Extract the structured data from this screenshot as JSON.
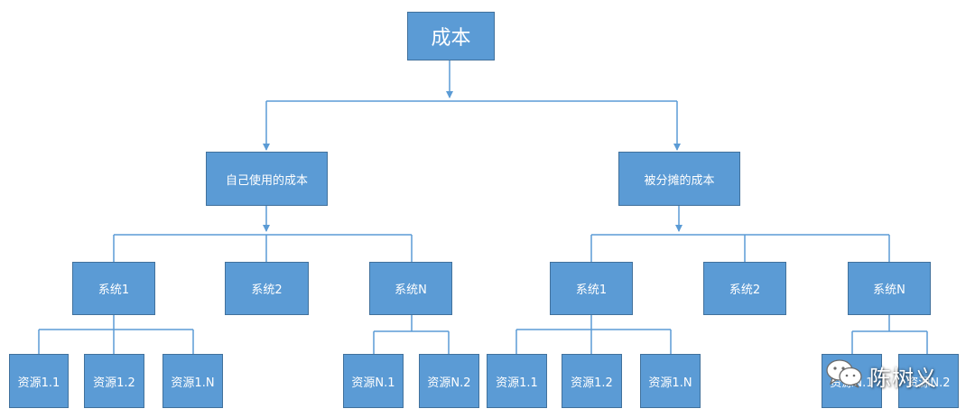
{
  "root": {
    "label": "成本"
  },
  "branches": {
    "self_use": {
      "label": "自己使用的成本"
    },
    "shared": {
      "label": "被分摊的成本"
    }
  },
  "systems": {
    "left": [
      "系统1",
      "系统2",
      "系统N"
    ],
    "right": [
      "系统1",
      "系统2",
      "系统N"
    ]
  },
  "resources": {
    "left_system1": [
      "资源1.1",
      "资源1.2",
      "资源1.N"
    ],
    "left_systemN": [
      "资源N.1",
      "资源N.2"
    ],
    "right_system1": [
      "资源1.1",
      "资源1.2",
      "资源1.N"
    ],
    "right_systemN": [
      "资源N.1",
      "资源N.2"
    ]
  },
  "watermark": {
    "text": "陈树义",
    "icon": "wechat-icon"
  },
  "colors": {
    "box_fill": "#5b9bd5",
    "box_border": "#41719c",
    "line": "#5b9bd5"
  }
}
